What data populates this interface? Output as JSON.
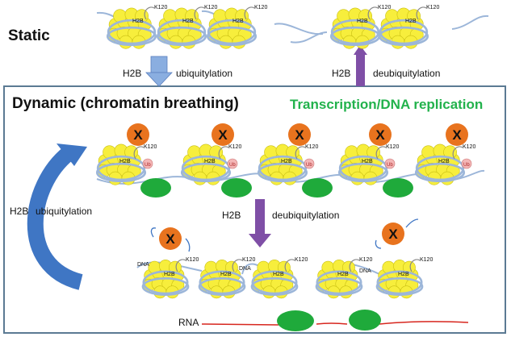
{
  "labels": {
    "static": "Static",
    "dynamic": "Dynamic (chromatin breathing)",
    "transcription": "Transcription/DNA replication",
    "h2b": "H2B",
    "ubiq": "ubiquitylation",
    "deubiq": "deubiquitylation",
    "k120": "K120",
    "ub": "Ub",
    "x": "X",
    "dna": "DNA",
    "rna": "RNA"
  },
  "colors": {
    "histone": "#f7ee3c",
    "histone_stroke": "#c9bf12",
    "dna": "#9cb6d9",
    "x_circle": "#e8731e",
    "ub_circle": "#f4b6b6",
    "green_protein": "#1faa3b",
    "rna": "#d7261e",
    "arrow_blue": "#8aaee0",
    "arrow_purple": "#7f4fa6",
    "curved_arrow": "#3f76c4",
    "frame": "#5b7a93",
    "transcription_text": "#22b24c"
  }
}
